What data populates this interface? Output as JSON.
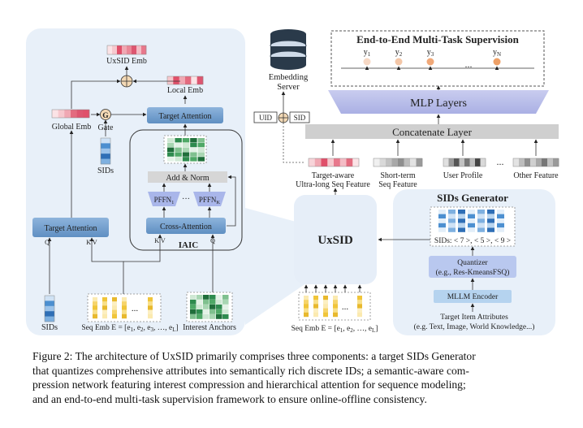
{
  "diagram": {
    "title": "End-to-End Multi-Task Supervision",
    "outputs": [
      "y",
      "y",
      "y",
      "y"
    ],
    "output_subs": [
      "1",
      "2",
      "3",
      "N"
    ],
    "output_ellipsis": "...",
    "mlp_layers": "MLP Layers",
    "concat_layer": "Concatenate Layer",
    "embedding_server": [
      "Embedding",
      "Server"
    ],
    "uid_label": "UID",
    "sid_label": "SID",
    "features": {
      "target_aware": [
        "Target-aware",
        "Ultra-long Seq Feature"
      ],
      "short_term": [
        "Short-term",
        "Seq Feature"
      ],
      "user_profile": "User Profile",
      "other_feature": "Other Feature",
      "ellipsis": "..."
    },
    "uxsid_emb": "UxSID Emb",
    "local_emb": "Local Emb",
    "global_emb": "Global Emb",
    "gate_letter": "G",
    "gate_label": "Gate",
    "sids_label": "SIDs",
    "target_attention": "Target Attention",
    "add_norm": "Add & Norm",
    "pffn_1": "PFFN",
    "pffn_1_sub": "1",
    "pffn_k": "PFFN",
    "pffn_k_sub": "K",
    "pffn_ellipsis": "···",
    "cross_attention": "Cross-Attention",
    "iaic": "IAIC",
    "q": "Q",
    "kv": "K V",
    "seq_emb_left": "Seq Emb E = [e",
    "seq_emb_tail": "]",
    "seq_emb_subs": [
      "1",
      "2",
      "3",
      "L"
    ],
    "interest_anchors": "Interest Anchors",
    "uxsid_center": "UxSID",
    "sids_generator": "SIDs Generator",
    "sids_values": "SIDs: < 7 >, < 5 >, < 9 >",
    "quantizer": [
      "Quantizer",
      "(e.g., Res-KmeansFSQ)"
    ],
    "mllm_encoder": "MLLM Encoder",
    "target_item_attrs": [
      "Target Item Attributes",
      "(e.g. Text, Image, World Knowledge...)"
    ],
    "seq_ellipsis": "..."
  },
  "caption": [
    "Figure 2: The architecture of UxSID primarily comprises three components: a target SIDs Generator",
    "that quantizes comprehensive attributes into semantically rich discrete IDs; a semantic-aware com-",
    "pression network featuring interest compression and hierarchical attention for sequence modeling;",
    "and an end-to-end multi-task supervision framework to ensure online-offline consistency."
  ],
  "colors": {
    "panel_bg": "#e8f0f9",
    "dark_blue_box": "#6b98c7",
    "lavender": "#b9bde9",
    "concat_gray": "#cfcfcf",
    "pink_accent": "#e0506a",
    "yellow_accent": "#f0c53a",
    "green_accent": "#2e8b4e",
    "orange_output": "#f0a060"
  }
}
